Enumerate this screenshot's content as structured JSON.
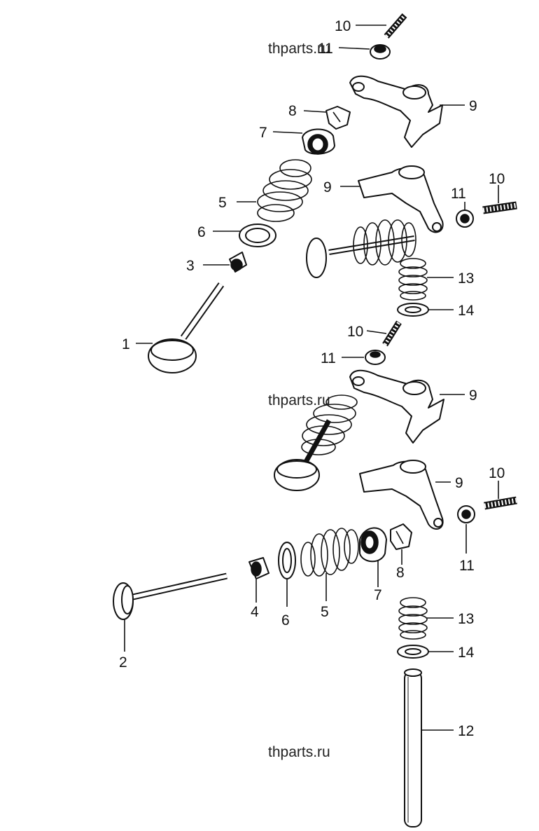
{
  "diagram": {
    "watermarks": [
      "thparts.ru",
      "thparts.ru",
      "thparts.ru"
    ],
    "labels": [
      "10",
      "11",
      "8",
      "7",
      "9",
      "9",
      "11",
      "10",
      "5",
      "6",
      "3",
      "13",
      "14",
      "1",
      "10",
      "11",
      "9",
      "9",
      "10",
      "11",
      "4",
      "6",
      "5",
      "7",
      "8",
      "2",
      "13",
      "14",
      "12"
    ]
  }
}
